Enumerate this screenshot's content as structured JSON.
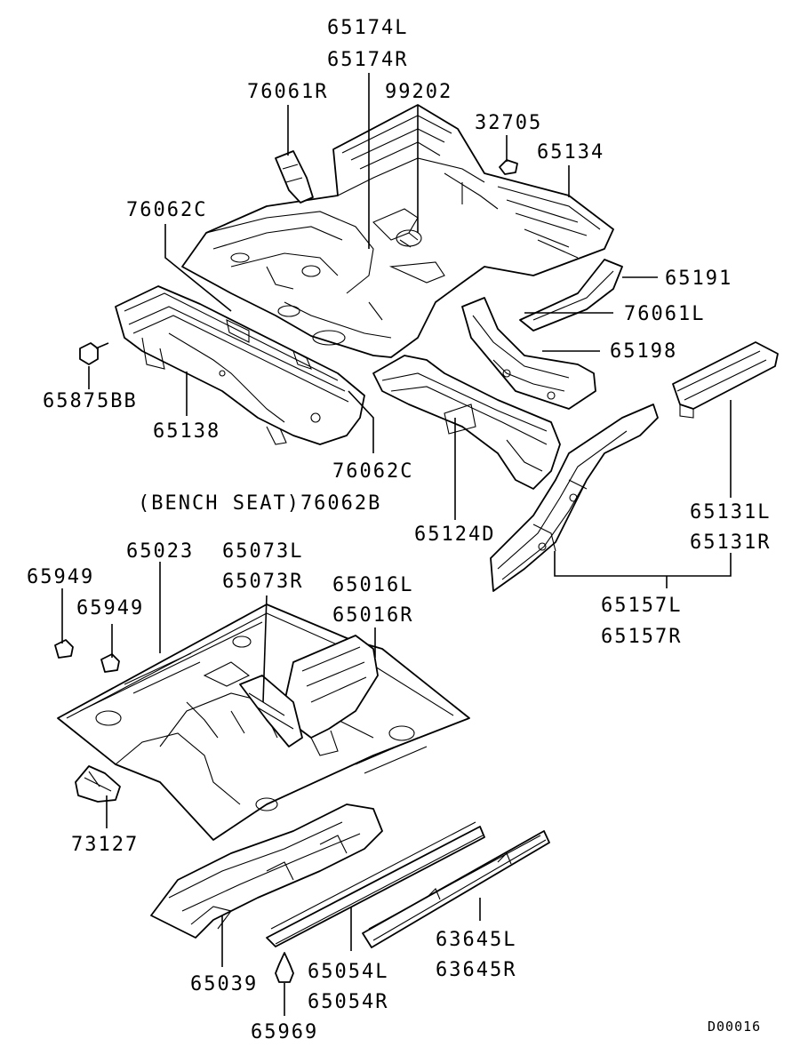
{
  "diagram": {
    "labels": {
      "p65174L": "65174L",
      "p65174R": "65174R",
      "p76061R": "76061R",
      "p99202": "99202",
      "p32705": "32705",
      "p65134": "65134",
      "p76062C_top": "76062C",
      "p65191": "65191",
      "p76061L": "76061L",
      "p65198": "65198",
      "p65875BB": "65875BB",
      "p65138": "65138",
      "p76062C_bottom": "76062C",
      "bench_seat": "(BENCH SEAT)76062B",
      "p65124D": "65124D",
      "p65131L": "65131L",
      "p65131R": "65131R",
      "p65157L": "65157L",
      "p65157R": "65157R",
      "p65949_a": "65949",
      "p65023": "65023",
      "p65073L": "65073L",
      "p65073R": "65073R",
      "p65016L": "65016L",
      "p65016R": "65016R",
      "p65949_b": "65949",
      "p73127": "73127",
      "p65039": "65039",
      "p65054L": "65054L",
      "p65054R": "65054R",
      "p63645L": "63645L",
      "p63645R": "63645R",
      "p65969": "65969",
      "diagram_code": "D00016"
    }
  }
}
